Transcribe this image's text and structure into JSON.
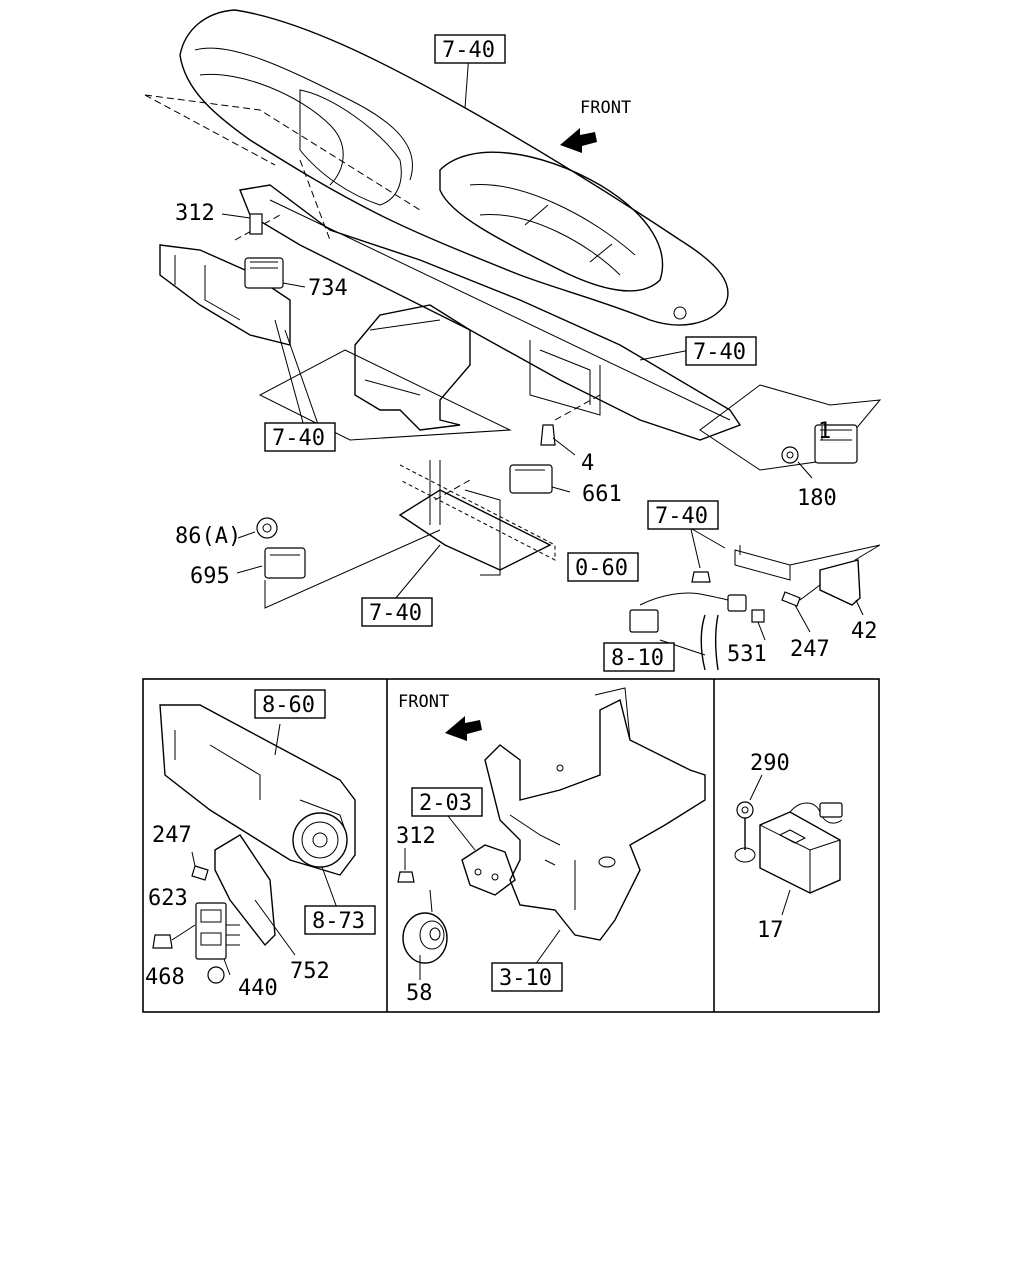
{
  "front_labels": {
    "top": "FRONT",
    "inset_center": "FRONT"
  },
  "ref_boxes": {
    "dash_top": "7-40",
    "crossbar_right": "7-40",
    "left_bracket": "7-40",
    "center_bracket": "7-40",
    "harness_bracket": "7-40",
    "connector": "0-60",
    "harness": "8-10",
    "inset_left_top": "8-60",
    "inset_left_bottom": "8-73",
    "inset_center_top": "2-03",
    "inset_center_bottom": "3-10"
  },
  "part_numbers": {
    "p312_top": "312",
    "p734": "734",
    "p4": "4",
    "p661": "661",
    "p1": "1",
    "p180": "180",
    "p86a": "86(A)",
    "p695": "695",
    "p531": "531",
    "p247_top": "247",
    "p42": "42",
    "p247_inset": "247",
    "p623": "623",
    "p468": "468",
    "p440": "440",
    "p752": "752",
    "p312_inset": "312",
    "p58": "58",
    "p290": "290",
    "p17": "17"
  }
}
